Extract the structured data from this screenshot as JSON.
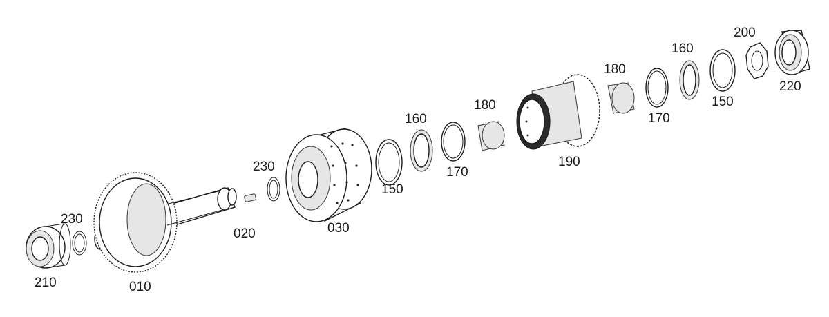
{
  "diagram": {
    "colors": {
      "ink": "#1a1a1a",
      "paper": "#ffffff",
      "shade": "#e6e6e6"
    },
    "callouts": [
      {
        "id": "p210",
        "text": "210"
      },
      {
        "id": "p230a",
        "text": "230"
      },
      {
        "id": "p010",
        "text": "010"
      },
      {
        "id": "p020",
        "text": "020"
      },
      {
        "id": "p230b",
        "text": "230"
      },
      {
        "id": "p030",
        "text": "030"
      },
      {
        "id": "p150a",
        "text": "150"
      },
      {
        "id": "p160a",
        "text": "160"
      },
      {
        "id": "p170a",
        "text": "170"
      },
      {
        "id": "p180a",
        "text": "180"
      },
      {
        "id": "p190",
        "text": "190"
      },
      {
        "id": "p180b",
        "text": "180"
      },
      {
        "id": "p170b",
        "text": "170"
      },
      {
        "id": "p160b",
        "text": "160"
      },
      {
        "id": "p150b",
        "text": "150"
      },
      {
        "id": "p200",
        "text": "200"
      },
      {
        "id": "p220",
        "text": "220"
      }
    ]
  }
}
